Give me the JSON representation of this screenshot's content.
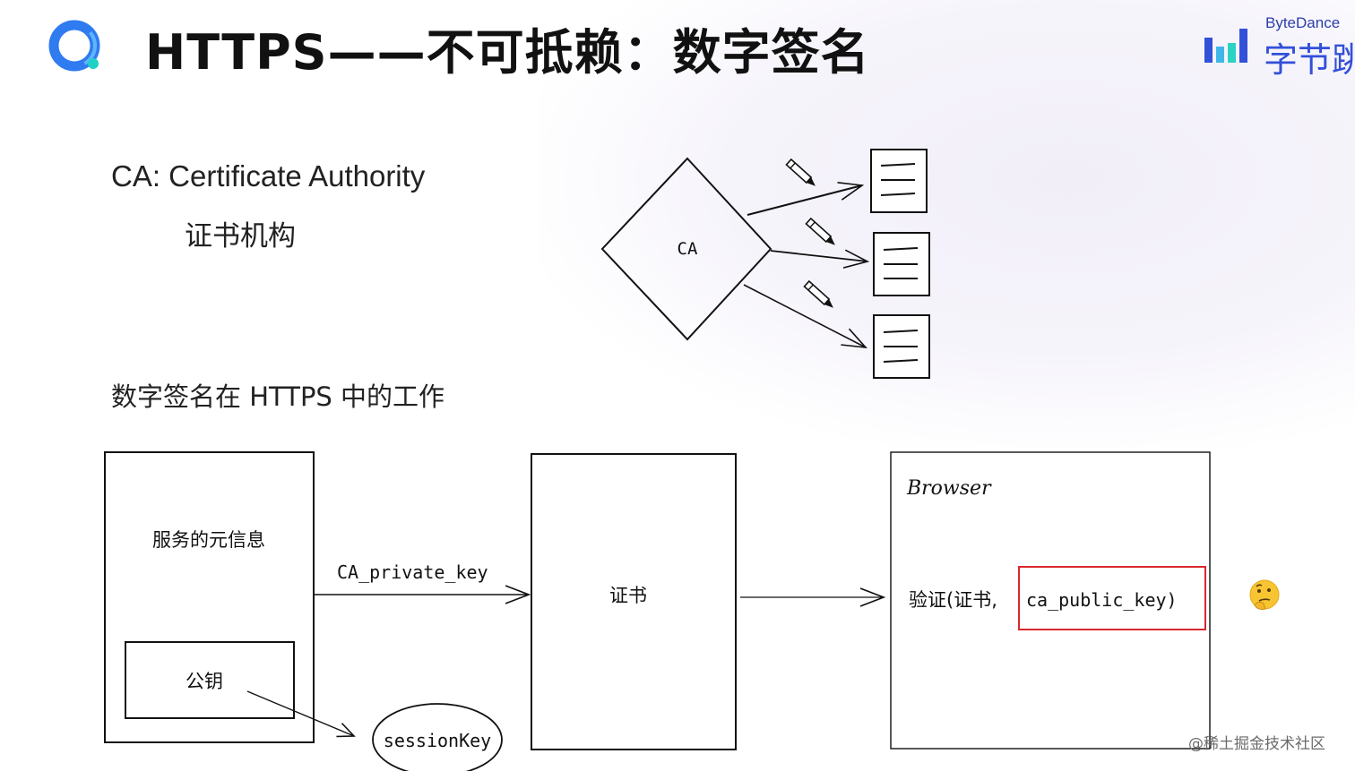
{
  "header": {
    "title": "HTTPS——不可抵赖：数字签名",
    "brand_en": "ByteDance",
    "brand_cn": "字节跳"
  },
  "ca_definition": {
    "line1": "CA: Certificate Authority",
    "line2": "证书机构"
  },
  "ca_diagram": {
    "diamond_label": "CA",
    "document_count": 3
  },
  "section": {
    "title": "数字签名在 HTTPS 中的工作"
  },
  "flow": {
    "server_box": {
      "label": "服务的元信息",
      "inner_label": "公钥"
    },
    "session_key": "sessionKey",
    "arrow_label": "CA_private_key",
    "cert_box": {
      "label": "证书"
    },
    "browser_box": {
      "title": "Browser",
      "verify_prefix": "验证(证书,",
      "public_key": "ca_public_key)"
    }
  },
  "colors": {
    "highlight": "#d8282e",
    "brand_blue": "#3350d8",
    "logo_blue": "#2f7bf0"
  },
  "emoji": {
    "name": "thinking-face"
  },
  "watermark": {
    "text": "@稀土掘金技术社区"
  }
}
